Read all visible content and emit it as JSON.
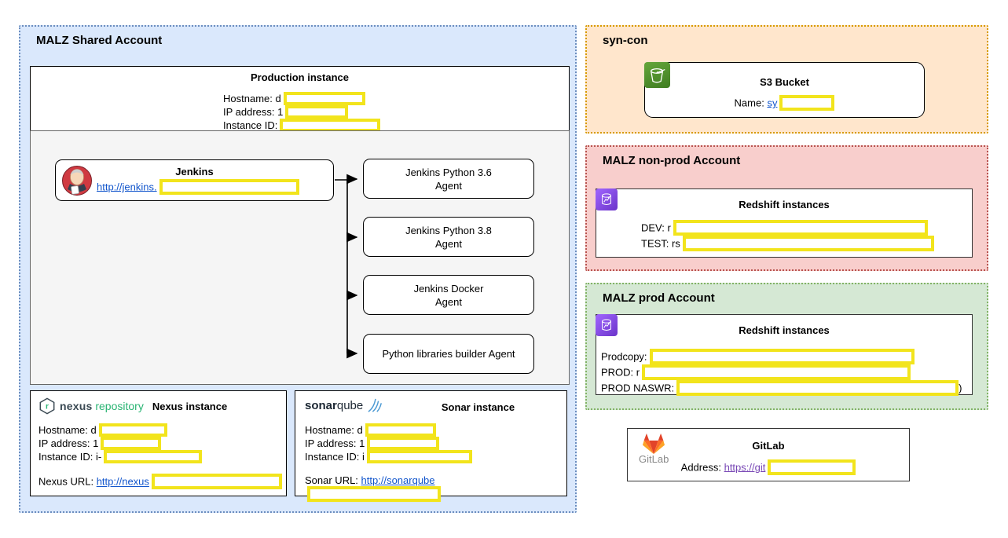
{
  "shared_account": {
    "title": "MALZ Shared Account",
    "production": {
      "title": "Production instance",
      "hostname_label": "Hostname: d",
      "ip_label": "IP address: 1",
      "instance_label": "Instance ID:"
    },
    "jenkins": {
      "title": "Jenkins",
      "url_prefix": "http://jenkins."
    },
    "agents": [
      {
        "line1": "Jenkins Python 3.6",
        "line2": "Agent"
      },
      {
        "line1": "Jenkins Python 3.8",
        "line2": "Agent"
      },
      {
        "line1": "Jenkins Docker",
        "line2": "Agent"
      },
      {
        "line1": "Python libraries builder Agent",
        "line2": ""
      }
    ],
    "nexus": {
      "logo_word1": "nexus",
      "logo_word2": "repository",
      "title": "Nexus instance",
      "hostname_label": "Hostname: d",
      "ip_label": "IP address: 1",
      "instance_label": "Instance ID: i-",
      "url_label": "Nexus URL:",
      "url_prefix": "http://nexus"
    },
    "sonar": {
      "logo_bold": "sonar",
      "logo_light": "qube",
      "title": "Sonar instance",
      "hostname_label": "Hostname: d",
      "ip_label": "IP address: 1",
      "instance_label": "Instance ID: i",
      "url_label": "Sonar URL:",
      "url_prefix": "http://sonarqube"
    }
  },
  "syncon": {
    "title": "syn-con",
    "s3": {
      "title": "S3 Bucket",
      "name_label": "Name:",
      "link_prefix": "sy"
    }
  },
  "nonprod": {
    "title": "MALZ non-prod Account",
    "redshift_title": "Redshift instances",
    "dev_label": "DEV: r",
    "test_label": "TEST: rs"
  },
  "prod": {
    "title": "MALZ prod Account",
    "redshift_title": "Redshift instances",
    "prodcopy_label": "Prodcopy:",
    "prod_label": "PROD: r",
    "naswr_label": "PROD NASWR:",
    "naswr_suffix": ")"
  },
  "gitlab": {
    "logo_text": "GitLab",
    "title": "GitLab",
    "address_label": "Address:",
    "link_prefix": "https://git"
  },
  "colors": {
    "shared_bg": "#dae8fc",
    "shared_border": "#6c8ebf",
    "syncon_bg": "#ffe6cc",
    "syncon_border": "#d79b00",
    "nonprod_bg": "#f8cecc",
    "nonprod_border": "#b85450",
    "prod_bg": "#d5e8d4",
    "prod_border": "#82b366",
    "redaction_yellow": "#f2e41c",
    "link_blue": "#1155cc",
    "link_purple": "#7847b5",
    "s3_green": "#4c8a2e",
    "redshift_purple": "#8c4fff",
    "panel_gray": "#f5f5f5"
  }
}
